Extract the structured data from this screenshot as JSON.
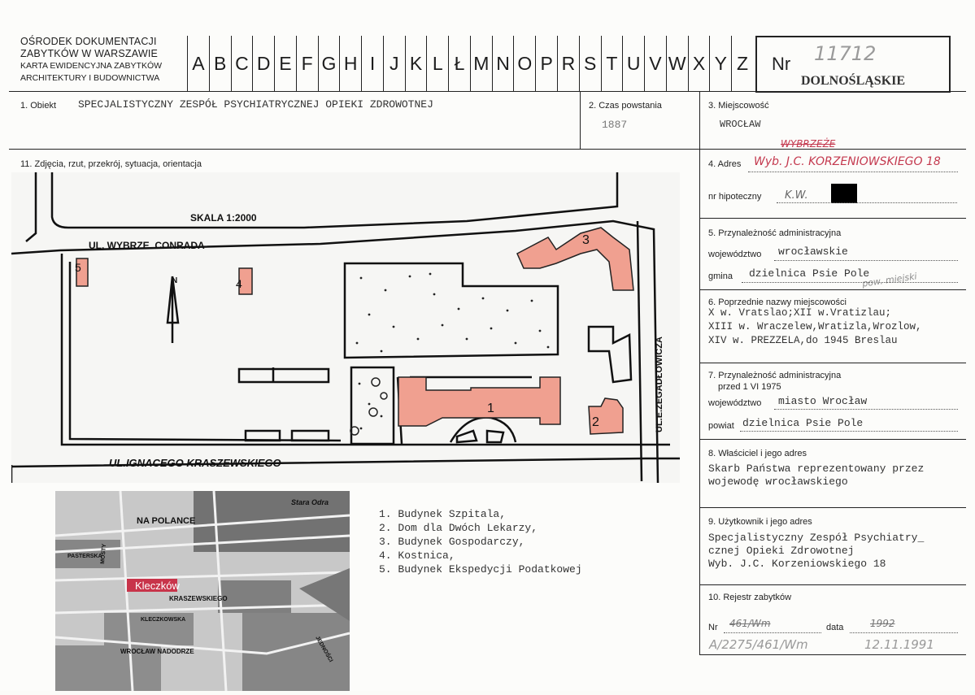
{
  "header": {
    "org_line1": "OŚRODEK DOKUMENTACJI",
    "org_line2": "ZABYTKÓW W WARSZAWIE",
    "org_line3": "KARTA EWIDENCYJNA ZABYTKÓW",
    "org_line4": "ARCHITEKTURY I BUDOWNICTWA",
    "letters": [
      "A",
      "B",
      "C",
      "D",
      "E",
      "F",
      "G",
      "H",
      "I",
      "J",
      "K",
      "L",
      "Ł",
      "M",
      "N",
      "O",
      "P",
      "R",
      "S",
      "T",
      "U",
      "V",
      "W",
      "X",
      "Y",
      "Z"
    ],
    "nr_label": "Nr",
    "nr_value": "11712",
    "region": "DOLNOŚLĄSKIE"
  },
  "field1": {
    "label": "1. Obiekt",
    "value": "SPECJALISTYCZNY ZESPÓŁ PSYCHIATRYCZNEJ OPIEKI ZDROWOTNEJ"
  },
  "field2": {
    "label": "2. Czas powstania",
    "value": "1887"
  },
  "field3": {
    "label": "3. Miejscowość",
    "value": "WROCŁAW"
  },
  "field4": {
    "label": "4. Adres",
    "struck": "WYBRZEŻE",
    "value": "Wyb. J.C. KORZENIOWSKIEGO 18",
    "hip_label": "nr hipoteczny",
    "hip_value": "K.W."
  },
  "field5": {
    "label": "5. Przynależność administracyjna",
    "woj_label": "województwo",
    "woj_value": "wrocławskie",
    "gmina_label": "gmina",
    "gmina_value": "dzielnica Psie Pole",
    "note": "pow. miejski"
  },
  "field6": {
    "label": "6. Poprzednie nazwy miejscowości",
    "lines": [
      "X w. Vratslao;XII w.Vratizlau;",
      "XIII w. Wraczelew,Wratizla,Wrozlow,",
      "XIV w. PREZZELA,do 1945 Breslau"
    ]
  },
  "field7": {
    "label": "7. Przynależność administracyjna",
    "label2": "przed 1 VI 1975",
    "woj_label": "województwo",
    "woj_value": "miasto Wrocław",
    "powiat_label": "powiat",
    "powiat_value": "dzielnica Psie Pole"
  },
  "field8": {
    "label": "8. Właściciel i jego adres",
    "lines": [
      "Skarb Państwa reprezentowany przez",
      "wojewodę wrocławskiego"
    ]
  },
  "field9": {
    "label": "9. Użytkownik i jego adres",
    "lines": [
      "Specjalistyczny Zespół Psychiatry_",
      "cznej Opieki Zdrowotnej",
      "Wyb. J.C. Korzeniowskiego 18"
    ]
  },
  "field10": {
    "label": "10. Rejestr zabytków",
    "nr_label": "Nr",
    "nr_struck": "461/Wm",
    "data_label": "data",
    "data_struck": "1992",
    "nr_new": "A/2275/461/Wm",
    "data_new": "12.11.1991"
  },
  "field11": {
    "label": "11. Zdjęcia, rzut, przekrój, sytuacja, orientacja"
  },
  "site_plan": {
    "scale": "SKALA 1:2000",
    "street_top": "UL. WYBRZE. CONRADA",
    "street_bottom": "UL.IGNACEGO KRASZEWSKIEGO",
    "street_right": "UL.E.ZEGADŁOWICZA",
    "north": "N",
    "buildings": [
      "1",
      "2",
      "3",
      "4",
      "5"
    ],
    "building_color": "#f0a090"
  },
  "city_map": {
    "labels": [
      "NA POLANCE",
      "Stara Odra",
      "PASTERSKA",
      "Kleczków",
      "KRASZEWSKIEGO",
      "KLECZKOWSKA",
      "WROCŁAW NADODRZE",
      "MOSTY",
      "JEDNOŚCI"
    ],
    "highlight": "Kleczków",
    "highlight_color": "#c8344a"
  },
  "legend": [
    "1. Budynek Szpitala,",
    "2. Dom dla Dwóch Lekarzy,",
    "3. Budynek Gospodarczy,",
    "4. Kostnica,",
    "5. Budynek Ekspedycji Podatkowej"
  ]
}
